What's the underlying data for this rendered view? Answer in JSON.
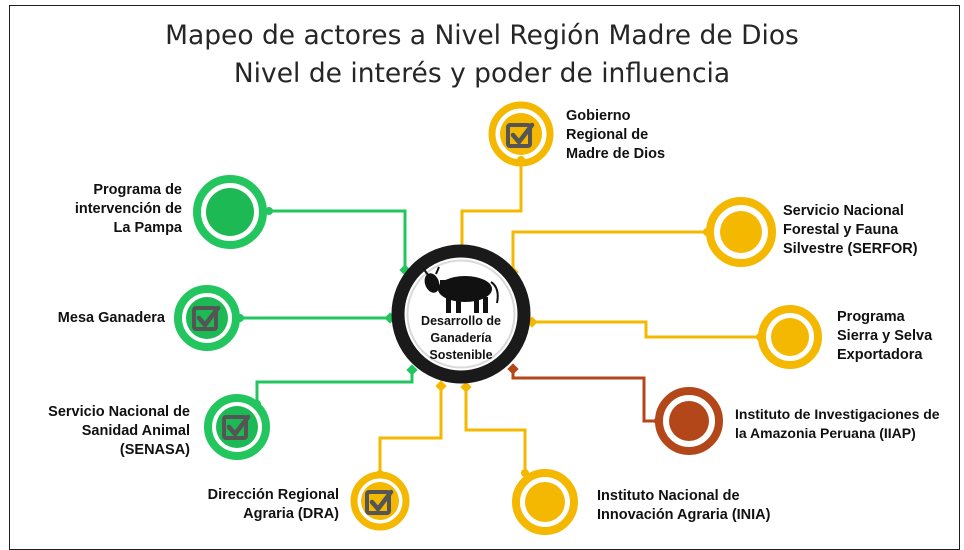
{
  "title": {
    "line1": "Mapeo de actores  a Nivel Región Madre de Dios",
    "line2": "Nivel de interés y poder de influencia"
  },
  "center": {
    "lines": [
      "Desarrollo de",
      "Ganadería",
      "Sostenible"
    ],
    "icon": "cow-icon"
  },
  "colors": {
    "green": "#22c55e",
    "green_fill": "#1db954",
    "yellow": "#f5b800",
    "brown": "#b3471a",
    "dark": "#1a1a1a",
    "check_gray": "#555555"
  },
  "actors": [
    {
      "id": "programa-la-pampa",
      "lines": [
        "Programa de",
        "intervención de",
        "La Pampa"
      ],
      "color": "green",
      "icon": "filled-circle-icon"
    },
    {
      "id": "mesa-ganadera",
      "lines": [
        "Mesa Ganadera"
      ],
      "color": "green",
      "icon": "checkbox-icon"
    },
    {
      "id": "senasa",
      "lines": [
        "Servicio Nacional de",
        "Sanidad Animal",
        "(SENASA)"
      ],
      "color": "green",
      "icon": "checkbox-icon"
    },
    {
      "id": "dra",
      "lines": [
        "Dirección Regional",
        "Agraria (DRA)"
      ],
      "color": "yellow",
      "icon": "checkbox-icon"
    },
    {
      "id": "gobierno-regional",
      "lines": [
        "Gobierno",
        "Regional de",
        "Madre de Dios"
      ],
      "color": "yellow",
      "icon": "checkbox-icon"
    },
    {
      "id": "serfor",
      "lines": [
        "Servicio Nacional",
        "Forestal y Fauna",
        "Silvestre (SERFOR)"
      ],
      "color": "yellow",
      "icon": "filled-circle-icon"
    },
    {
      "id": "sierra-selva",
      "lines": [
        "Programa",
        "Sierra y Selva",
        "Exportadora"
      ],
      "color": "yellow",
      "icon": "filled-circle-icon"
    },
    {
      "id": "iiap",
      "lines": [
        "Instituto de Investigaciones de",
        "la Amazonia Peruana (IIAP)"
      ],
      "color": "brown",
      "icon": "filled-circle-icon"
    },
    {
      "id": "inia",
      "lines": [
        "Instituto Nacional de",
        "Innovación Agraria (INIA)"
      ],
      "color": "yellow",
      "icon": "filled-circle-icon"
    }
  ]
}
